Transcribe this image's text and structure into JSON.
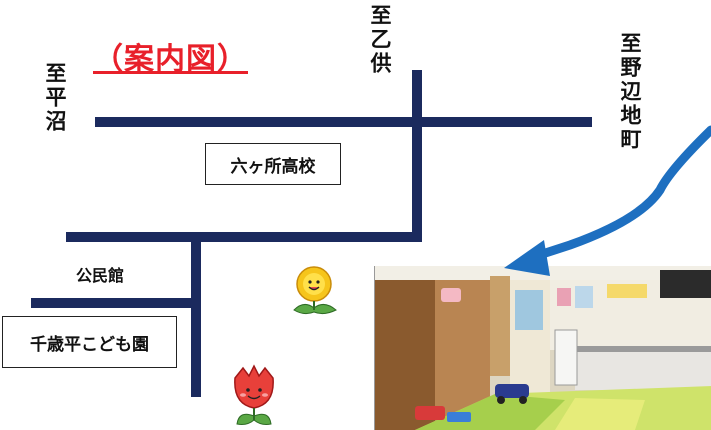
{
  "title": "（案内図）",
  "directions": {
    "hiranuma": "至平沼",
    "otomo": "至乙供",
    "nohejichimachi": "至野辺地町"
  },
  "places": {
    "high_school": "六ヶ所高校",
    "community_hall": "公民館",
    "kindergarten": "千歳平こども園"
  },
  "colors": {
    "road": "#1b2a5e",
    "arrow": "#1e6fc0",
    "title": "#e8202a"
  },
  "illustrations": [
    "dandelion-illustration",
    "tulip-illustration",
    "classroom-photo"
  ]
}
